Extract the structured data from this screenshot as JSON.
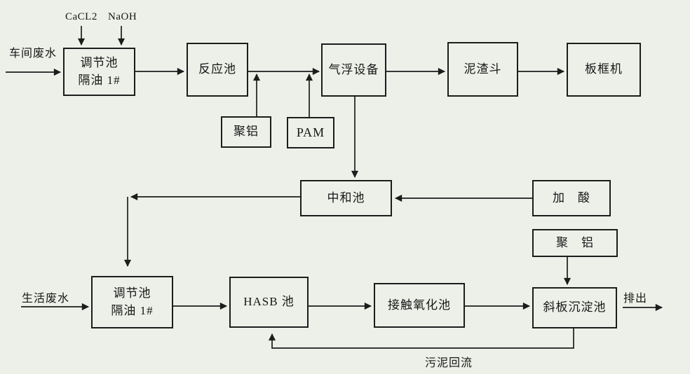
{
  "canvas": {
    "background_color": "#edf0e9",
    "line_color": "#1c1c1c",
    "text_color": "#161616"
  },
  "nodes": {
    "adjust1": {
      "line1": "调节池",
      "line2": "隔油 1#"
    },
    "reaction": {
      "label": "反应池"
    },
    "flotation": {
      "label": "气浮设备"
    },
    "sludge_hopper": {
      "label": "泥渣斗"
    },
    "plate_frame": {
      "label": "板框机"
    },
    "poly_aluminum_1": {
      "label": "聚铝"
    },
    "pam": {
      "label": "PAM"
    },
    "neutralization": {
      "label": "中和池"
    },
    "acid_dosing": {
      "label": "加　酸"
    },
    "poly_aluminum_2": {
      "label": "聚　铝"
    },
    "adjust2": {
      "line1": "调节池",
      "line2": "隔油 1#"
    },
    "hasb": {
      "label": "HASB 池"
    },
    "contact_oxidation": {
      "label": "接触氧化池"
    },
    "inclined_plate_settler": {
      "label": "斜板沉淀池"
    }
  },
  "labels": {
    "cacl2": "CaCL2",
    "naoh": "NaOH",
    "workshop_wastewater": "车间废水",
    "domestic_wastewater": "生活废水",
    "discharge": "排出",
    "sludge_return": "污泥回流"
  }
}
